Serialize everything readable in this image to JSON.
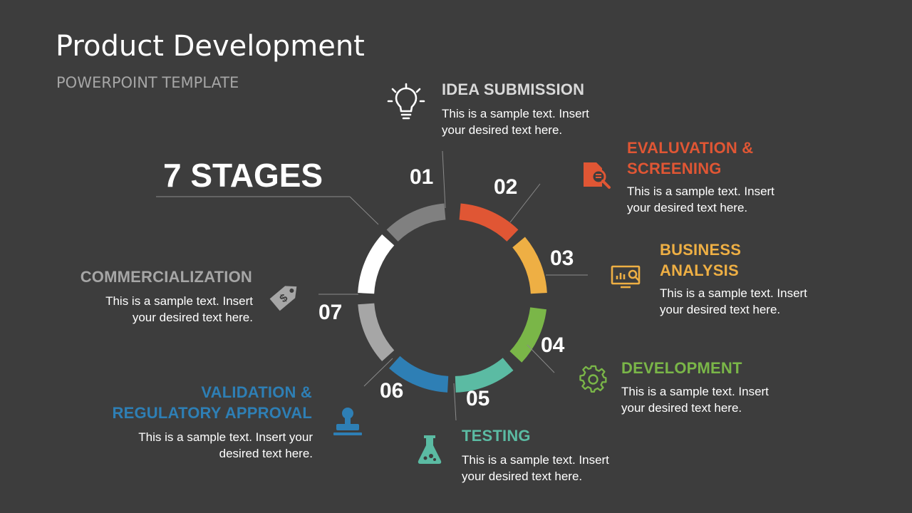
{
  "slide": {
    "title": "Product Development",
    "subtitle": "POWERPOINT TEMPLATE",
    "headline": "7 STAGES"
  },
  "stages": [
    {
      "number": "01",
      "title_line1": "IDEA SUBMISSION",
      "title_line2": "",
      "text_line1": "This is a sample text. Insert",
      "text_line2": "your desired text here.",
      "color": "#808080",
      "icon": "lightbulb-icon"
    },
    {
      "number": "02",
      "title_line1": "EVALUVATION &",
      "title_line2": "SCREENING",
      "text_line1": "This is a sample text. Insert",
      "text_line2": "your desired text here.",
      "color": "#e05634",
      "icon": "document-search-icon"
    },
    {
      "number": "03",
      "title_line1": "BUSINESS",
      "title_line2": "ANALYSIS",
      "text_line1": "This is a sample text. Insert",
      "text_line2": "your desired text here.",
      "color": "#eeaf44",
      "icon": "analytics-monitor-icon"
    },
    {
      "number": "04",
      "title_line1": "DEVELOPMENT",
      "title_line2": "",
      "text_line1": "This is a sample text. Insert",
      "text_line2": "your desired text here.",
      "color": "#7ab648",
      "icon": "gear-icon"
    },
    {
      "number": "05",
      "title_line1": "TESTING",
      "title_line2": "",
      "text_line1": "This is a sample text. Insert",
      "text_line2": "your desired text here.",
      "color": "#5bbba3",
      "icon": "flask-icon"
    },
    {
      "number": "06",
      "title_line1": "VALIDATION &",
      "title_line2": "REGULATORY APPROVAL",
      "text_line1": "This is a sample text. Insert your",
      "text_line2": "desired text here.",
      "color": "#2e7fb5",
      "icon": "stamp-icon"
    },
    {
      "number": "07",
      "title_line1": "COMMERCIALIZATION",
      "title_line2": "",
      "text_line1": "This is a sample text. Insert",
      "text_line2": "your desired text here.",
      "color": "#a6a6a6",
      "icon": "price-tag-icon"
    }
  ],
  "accent_white": "#ffffff"
}
